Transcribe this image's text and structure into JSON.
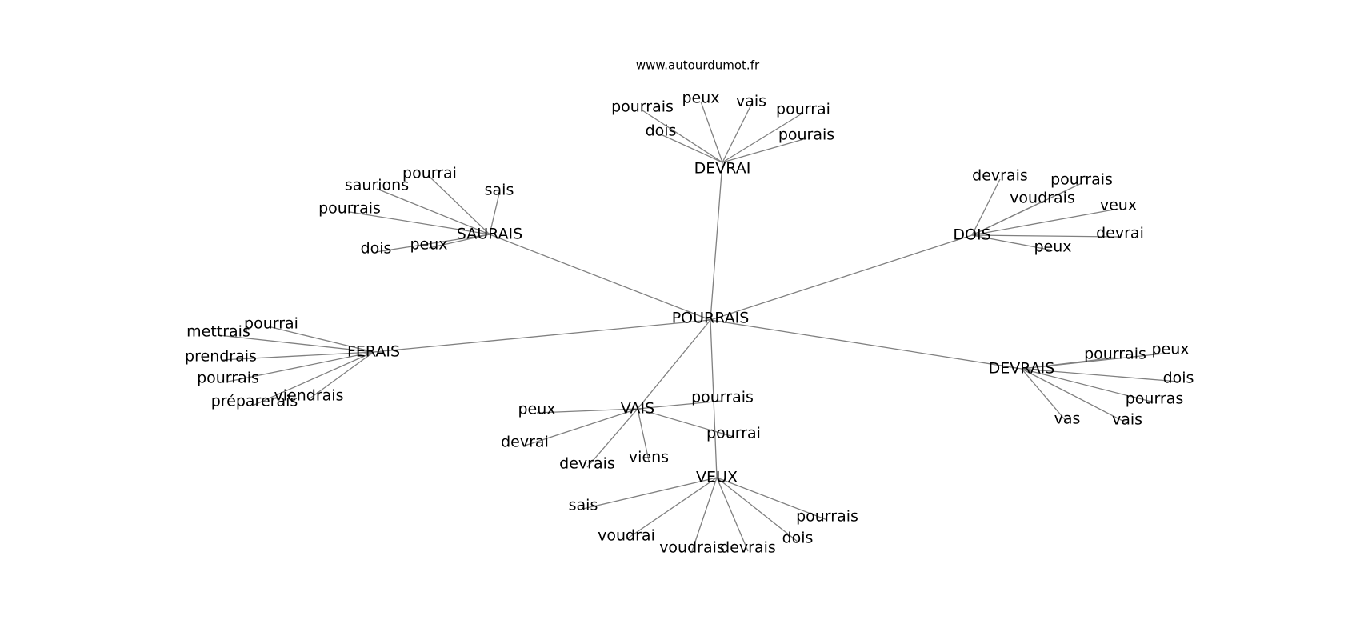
{
  "source": "www.autourdumot.fr",
  "graph": {
    "center": "POURRAIS",
    "clusters": [
      {
        "hub": "DEVRAI",
        "leaves": [
          "pourrais",
          "peux",
          "vais",
          "pourrai",
          "dois",
          "pourais"
        ]
      },
      {
        "hub": "SAURAIS",
        "leaves": [
          "pourrai",
          "saurions",
          "sais",
          "pourrais",
          "peux",
          "dois"
        ]
      },
      {
        "hub": "DOIS",
        "leaves": [
          "devrais",
          "pourrais",
          "voudrais",
          "veux",
          "devrai",
          "peux"
        ]
      },
      {
        "hub": "FERAIS",
        "leaves": [
          "pourrai",
          "mettrais",
          "prendrais",
          "pourrais",
          "viendrais",
          "préparerais"
        ]
      },
      {
        "hub": "DEVRAIS",
        "leaves": [
          "pourrais",
          "peux",
          "dois",
          "pourras",
          "vas",
          "vais"
        ]
      },
      {
        "hub": "VAIS",
        "leaves": [
          "peux",
          "pourrais",
          "pourrai",
          "devrai",
          "devrais",
          "viens"
        ]
      },
      {
        "hub": "VEUX",
        "leaves": [
          "sais",
          "pourrais",
          "voudrai",
          "voudrais",
          "devrais",
          "dois"
        ]
      }
    ]
  }
}
